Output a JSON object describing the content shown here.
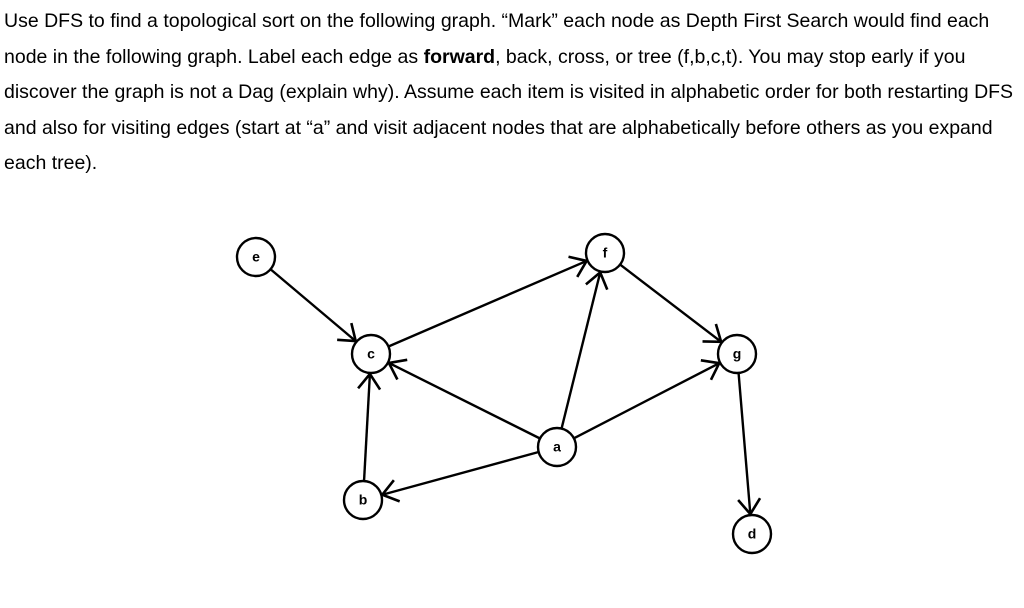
{
  "question": {
    "part1": "Use DFS to find a topological sort on the following graph. “Mark” each node as Depth First Search would find each node in the following graph. Label each edge as ",
    "bold": "forward",
    "part2": ", back, cross, or tree (f,b,c,t). You may stop early if you discover the graph is not a Dag (explain why). Assume each item is visited in alphabetic order for both restarting DFS and also for visiting edges (start at “a” and visit adjacent nodes that are alphabetically before others as you expand each tree)."
  },
  "graph": {
    "nodes": [
      {
        "id": "e",
        "label": "e"
      },
      {
        "id": "f",
        "label": "f"
      },
      {
        "id": "c",
        "label": "c"
      },
      {
        "id": "g",
        "label": "g"
      },
      {
        "id": "a",
        "label": "a"
      },
      {
        "id": "b",
        "label": "b"
      },
      {
        "id": "d",
        "label": "d"
      }
    ],
    "edges": [
      {
        "from": "e",
        "to": "c"
      },
      {
        "from": "c",
        "to": "f"
      },
      {
        "from": "a",
        "to": "f"
      },
      {
        "from": "a",
        "to": "c"
      },
      {
        "from": "a",
        "to": "b"
      },
      {
        "from": "a",
        "to": "g"
      },
      {
        "from": "b",
        "to": "c"
      },
      {
        "from": "f",
        "to": "g"
      },
      {
        "from": "g",
        "to": "d"
      }
    ]
  }
}
